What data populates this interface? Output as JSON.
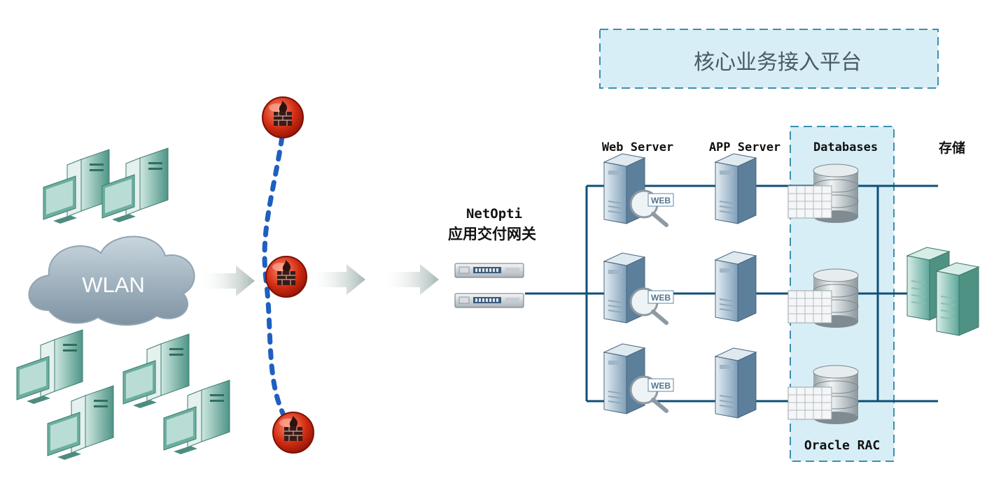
{
  "platform_title": "核心业务接入平台",
  "cloud_label": "WLAN",
  "gateway": {
    "name": "NetOpti",
    "subtitle": "应用交付网关"
  },
  "columns": {
    "web_server": "Web Server",
    "app_server": "APP Server",
    "databases": "Databases",
    "storage": "存储"
  },
  "database_cluster_label": "Oracle RAC",
  "web_badge": "WEB",
  "colors": {
    "line": "#0e4f78",
    "firewall_chain": "#1f5fbf",
    "platform_fill": "#d7eef6",
    "platform_border": "#3d8fb0",
    "server_teal": "#5ea79a",
    "server_blue": "#7f9fb8"
  },
  "icons": [
    "pc-icon",
    "cloud-icon",
    "firewall-icon",
    "arrow-icon",
    "gateway-appliance-icon",
    "web-server-icon",
    "app-server-icon",
    "database-icon",
    "storage-icon"
  ]
}
